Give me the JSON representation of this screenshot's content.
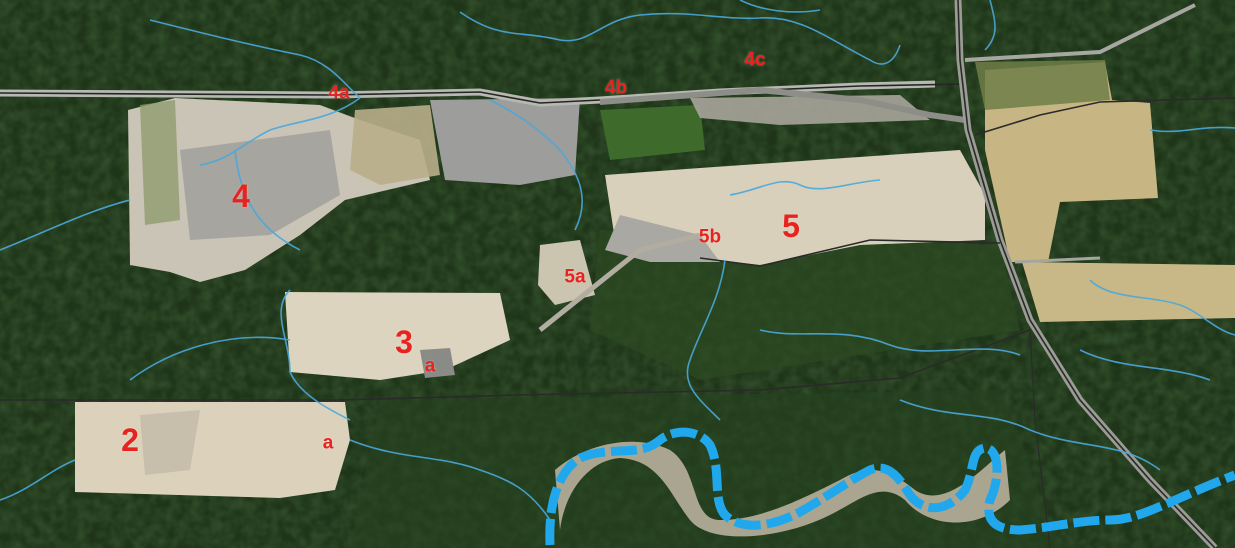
{
  "colors": {
    "label": "#e8231f",
    "forest_dark": "#1e3318",
    "forest_mid": "#2d4a22",
    "clearing_sand": "#d9d2bd",
    "gravel_gray": "#a7a7a5",
    "field_tan": "#c9b887",
    "road": "#2a2a2a",
    "road_gravel": "#8d8d88",
    "stream": "#3fa9e0",
    "river": "#21a8ec"
  },
  "labels": {
    "area_4": "4",
    "area_4a": "4a",
    "area_4b": "4b",
    "area_4c": "4c",
    "area_5": "5",
    "area_5a": "5a",
    "area_5b": "5b",
    "area_3": "3",
    "area_3a": "a",
    "area_2": "2",
    "area_2a": "a"
  }
}
